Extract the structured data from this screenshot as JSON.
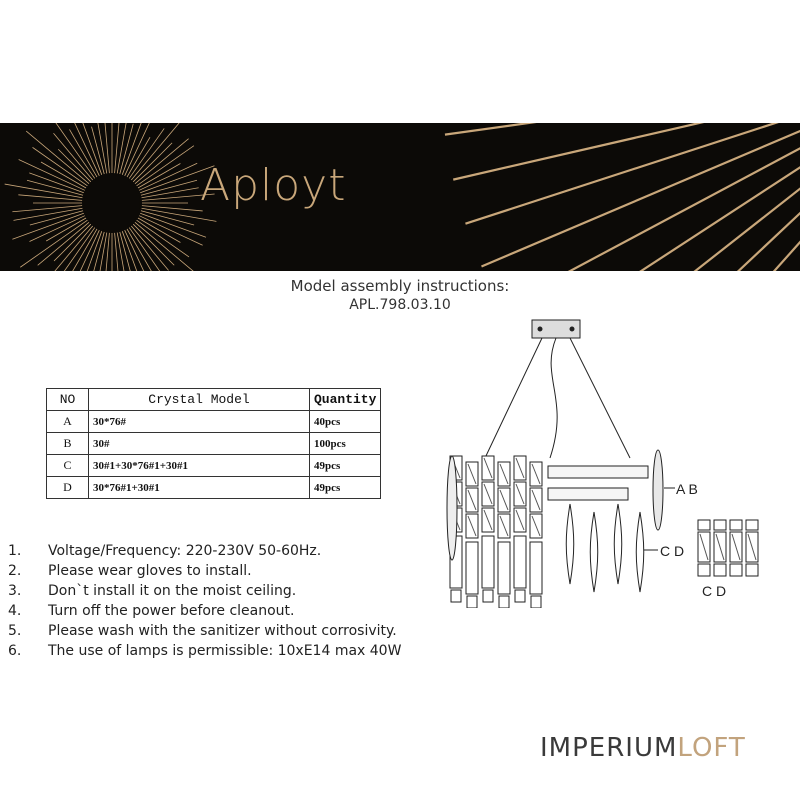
{
  "banner": {
    "brand": "Aployt"
  },
  "heading": {
    "line1": "Model assembly instructions:",
    "line2": "APL.798.03.10"
  },
  "table": {
    "headers": [
      "NO",
      "Crystal  Model",
      "Quantity"
    ],
    "rows": [
      {
        "no": "A",
        "model": "30*76#",
        "qty": "40pcs"
      },
      {
        "no": "B",
        "model": "30#",
        "qty": "100pcs"
      },
      {
        "no": "C",
        "model": "30#1+30*76#1+30#1",
        "qty": "49pcs"
      },
      {
        "no": "D",
        "model": "30*76#1+30#1",
        "qty": "49pcs"
      }
    ]
  },
  "notes": [
    {
      "num": "1.",
      "text": "Voltage/Frequency: 220-230V 50-60Hz."
    },
    {
      "num": "2.",
      "text": "Please wear gloves to install."
    },
    {
      "num": "3.",
      "text": "Don`t install it on the moist ceiling."
    },
    {
      "num": "4.",
      "text": "Turn off the power before cleanout."
    },
    {
      "num": "5.",
      "text": "Please wash with the sanitizer without corrosivity."
    },
    {
      "num": "6.",
      "text": "The use of lamps is permissible: 10xE14 max 40W"
    }
  ],
  "diagram_labels": {
    "ab": "A B",
    "cd_main": "C D",
    "cd_detail": "C D"
  },
  "footer": {
    "part1": "IMPERIUM",
    "part2": "LOFT"
  },
  "colors": {
    "gold": "#c9a77a",
    "banner_bg": "#0c0a07",
    "footer_accent": "#c2a37d"
  }
}
